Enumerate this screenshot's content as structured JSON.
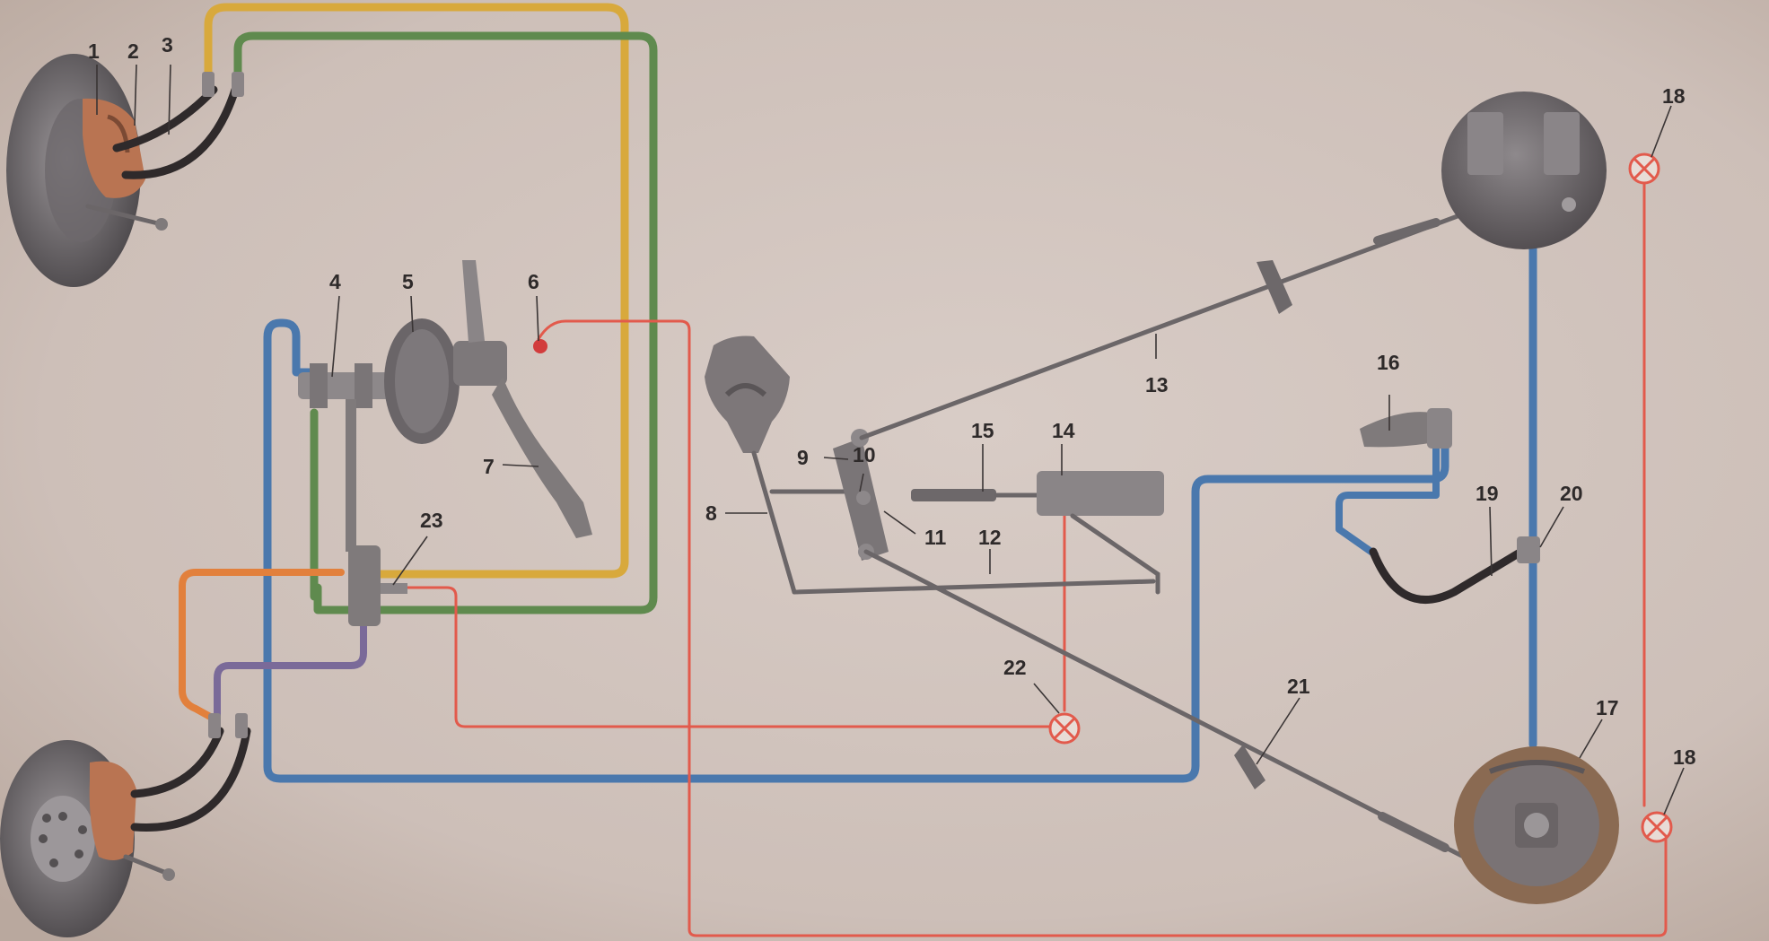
{
  "colors": {
    "background": "#cfc3bc",
    "line_yellow": "#d8a93c",
    "line_green": "#5f8a4e",
    "line_blue": "#4a78ad",
    "line_red": "#e25a4c",
    "line_orange": "#e2803c",
    "line_purple": "#7a6a99",
    "metal": "#7f7a7b",
    "caliper": "#b97452"
  },
  "parts": [
    {
      "id": "1",
      "text": "1"
    },
    {
      "id": "2",
      "text": "2"
    },
    {
      "id": "3",
      "text": "3"
    },
    {
      "id": "4",
      "text": "4"
    },
    {
      "id": "5",
      "text": "5"
    },
    {
      "id": "6",
      "text": "6"
    },
    {
      "id": "7",
      "text": "7"
    },
    {
      "id": "8",
      "text": "8"
    },
    {
      "id": "9",
      "text": "9"
    },
    {
      "id": "10",
      "text": "10"
    },
    {
      "id": "11",
      "text": "11"
    },
    {
      "id": "12",
      "text": "12"
    },
    {
      "id": "13",
      "text": "13"
    },
    {
      "id": "14",
      "text": "14"
    },
    {
      "id": "15",
      "text": "15"
    },
    {
      "id": "16",
      "text": "16"
    },
    {
      "id": "17",
      "text": "17"
    },
    {
      "id": "18a",
      "text": "18"
    },
    {
      "id": "18b",
      "text": "18"
    },
    {
      "id": "19",
      "text": "19"
    },
    {
      "id": "20",
      "text": "20"
    },
    {
      "id": "21",
      "text": "21"
    },
    {
      "id": "22",
      "text": "22"
    },
    {
      "id": "23",
      "text": "23"
    }
  ]
}
